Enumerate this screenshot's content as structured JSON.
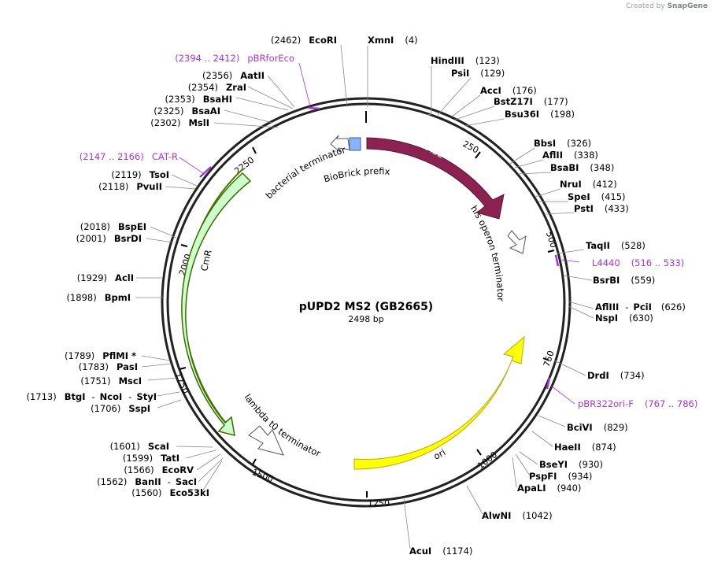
{
  "credit": {
    "prefix": "Created by",
    "brand": "SnapGene"
  },
  "plasmid": {
    "name": "pUPD2 MS2 (GB2665)",
    "size": "2498 bp"
  },
  "ticks": [
    "250",
    "500",
    "750",
    "1000",
    "1250",
    "1500",
    "1750",
    "2000",
    "2250"
  ],
  "features": [
    {
      "name": "MS2",
      "color": "#8b2252"
    },
    {
      "name": "his operon terminator"
    },
    {
      "name": "ori",
      "color": "#ffff00"
    },
    {
      "name": "lambda t0 terminator"
    },
    {
      "name": "CmR",
      "color": "#ccffcc"
    },
    {
      "name": "bacterial terminator"
    },
    {
      "name": "BioBrick prefix",
      "color": "#8ab4f8"
    }
  ],
  "sites": [
    {
      "name": "XmnI",
      "pos": "(4)"
    },
    {
      "name": "HindIII",
      "pos": "(123)"
    },
    {
      "name": "PsiI",
      "pos": "(129)"
    },
    {
      "name": "AccI",
      "pos": "(176)"
    },
    {
      "name": "BstZ17I",
      "pos": "(177)"
    },
    {
      "name": "Bsu36I",
      "pos": "(198)"
    },
    {
      "name": "BbsI",
      "pos": "(326)"
    },
    {
      "name": "AflII",
      "pos": "(338)"
    },
    {
      "name": "BsaBI",
      "pos": "(348)"
    },
    {
      "name": "NruI",
      "pos": "(412)"
    },
    {
      "name": "SpeI",
      "pos": "(415)"
    },
    {
      "name": "PstI",
      "pos": "(433)"
    },
    {
      "name": "TaqII",
      "pos": "(528)"
    },
    {
      "name": "BsrBI",
      "pos": "(559)"
    },
    {
      "name": "AflIII",
      "pos": "",
      "sep": "-"
    },
    {
      "name": "PciI",
      "pos": "(626)"
    },
    {
      "name": "NspI",
      "pos": "(630)"
    },
    {
      "name": "DrdI",
      "pos": "(734)"
    },
    {
      "name": "BciVI",
      "pos": "(829)"
    },
    {
      "name": "HaeII",
      "pos": "(874)"
    },
    {
      "name": "BseYI",
      "pos": "(930)"
    },
    {
      "name": "PspFI",
      "pos": "(934)"
    },
    {
      "name": "ApaLI",
      "pos": "(940)"
    },
    {
      "name": "AlwNI",
      "pos": "(1042)"
    },
    {
      "name": "AcuI",
      "pos": "(1174)"
    },
    {
      "name": "Eco53kI",
      "pos": "(1560)"
    },
    {
      "name": "BanII",
      "pos": "(1562)"
    },
    {
      "name": "SacI",
      "pos": ""
    },
    {
      "name": "EcoRV",
      "pos": "(1566)"
    },
    {
      "name": "TatI",
      "pos": "(1599)"
    },
    {
      "name": "ScaI",
      "pos": "(1601)"
    },
    {
      "name": "SspI",
      "pos": "(1706)"
    },
    {
      "name": "BtgI",
      "pos": "(1713)"
    },
    {
      "name": "NcoI",
      "pos": ""
    },
    {
      "name": "StyI",
      "pos": ""
    },
    {
      "name": "MscI",
      "pos": "(1751)"
    },
    {
      "name": "PasI",
      "pos": "(1783)"
    },
    {
      "name": "PflMI *",
      "pos": "(1789)"
    },
    {
      "name": "BpmI",
      "pos": "(1898)"
    },
    {
      "name": "AclI",
      "pos": "(1929)"
    },
    {
      "name": "BsrDI",
      "pos": "(2001)"
    },
    {
      "name": "BspEI",
      "pos": "(2018)"
    },
    {
      "name": "PvuII",
      "pos": "(2118)"
    },
    {
      "name": "TsoI",
      "pos": "(2119)"
    },
    {
      "name": "MslI",
      "pos": "(2302)"
    },
    {
      "name": "BsaAI",
      "pos": "(2325)"
    },
    {
      "name": "BsaHI",
      "pos": "(2353)"
    },
    {
      "name": "ZraI",
      "pos": "(2354)"
    },
    {
      "name": "AatII",
      "pos": "(2356)"
    },
    {
      "name": "EcoRI",
      "pos": "(2462)"
    }
  ],
  "primers": [
    {
      "name": "pBRforEco",
      "range": "(2394 .. 2412)"
    },
    {
      "name": "CAT-R",
      "range": "(2147 .. 2166)"
    },
    {
      "name": "L4440",
      "range": "(516 .. 533)"
    },
    {
      "name": "pBR322ori-F",
      "range": "(767 .. 786)"
    }
  ]
}
